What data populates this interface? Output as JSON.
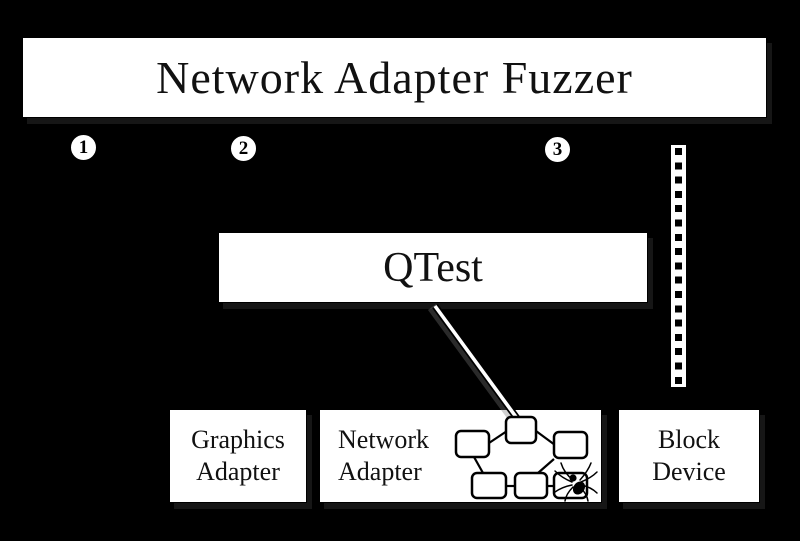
{
  "diagram": {
    "title": "Network Adapter Fuzzer",
    "qtest_label": "QTest",
    "markers": [
      {
        "label": "1"
      },
      {
        "label": "2"
      },
      {
        "label": "3"
      }
    ],
    "components": {
      "graphics_adapter": {
        "line1": "Graphics",
        "line2": "Adapter"
      },
      "network_adapter": {
        "line1": "Network",
        "line2": "Adapter"
      },
      "block_device": {
        "line1": "Block",
        "line2": "Device"
      }
    },
    "icons": {
      "state_graph": "state-graph-icon",
      "spider": "spider-icon",
      "dashed_link": "dashed-connector",
      "injection_line": "qtest-to-adapter-line"
    },
    "colors": {
      "background": "#000000",
      "box_fill": "#ffffff",
      "stroke": "#000000",
      "line_core": "#ffffff"
    }
  }
}
